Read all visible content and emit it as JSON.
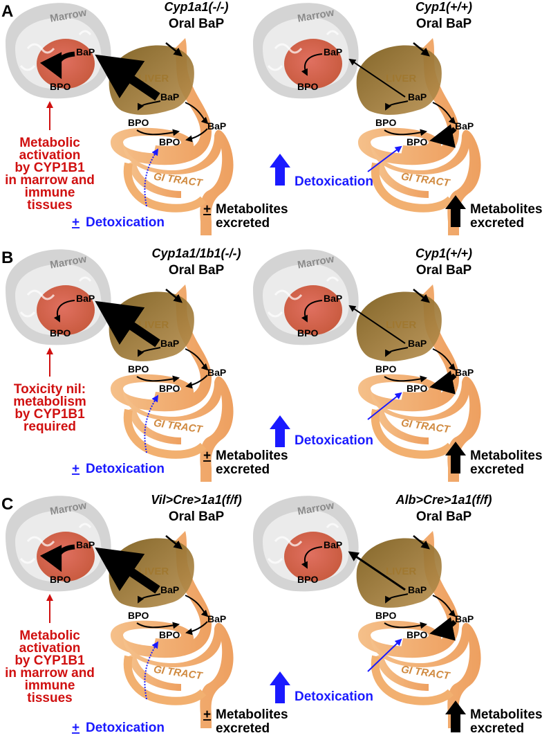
{
  "panels": [
    {
      "letter": "A",
      "left": {
        "mouse": "Cyp1a1(-/-)",
        "route": "Oral BaP",
        "note_lines": [
          "Metabolic",
          "activation",
          "by CYP1B1",
          "in marrow and",
          "immune",
          "tissues"
        ],
        "detox_mark": "+",
        "detox": "Detoxication",
        "met_mark": "+",
        "met_line1": "Metabolites",
        "met_line2": "excreted"
      },
      "right": {
        "mouse": "Cyp1(+/+)",
        "route": "Oral BaP",
        "detox": "Detoxication",
        "met_line1": "Metabolites",
        "met_line2": "excreted"
      }
    },
    {
      "letter": "B",
      "left": {
        "mouse": "Cyp1a1/1b1(-/-)",
        "route": "Oral BaP",
        "note_lines": [
          "Toxicity nil:",
          "metabolism",
          "by CYP1B1",
          "required"
        ],
        "detox_mark": "+",
        "detox": "Detoxication",
        "met_mark": "+",
        "met_line1": "Metabolites",
        "met_line2": "excreted"
      },
      "right": {
        "mouse": "Cyp1(+/+)",
        "route": "Oral BaP",
        "detox": "Detoxication",
        "met_line1": "Metabolites",
        "met_line2": "excreted"
      }
    },
    {
      "letter": "C",
      "left": {
        "mouse": "Vil>Cre>1a1(f/f)",
        "route": "Oral BaP",
        "note_lines": [
          "Metabolic",
          "activation",
          "by CYP1B1",
          "in marrow and",
          "immune",
          "tissues"
        ],
        "detox_mark": "+",
        "detox": "Detoxication",
        "met_mark": "+",
        "met_line1": "Metabolites",
        "met_line2": "excreted"
      },
      "right": {
        "mouse": "Alb>Cre>1a1(f/f)",
        "route": "Oral BaP",
        "detox": "Detoxication",
        "met_line1": "Metabolites",
        "met_line2": "excreted"
      }
    }
  ],
  "labels": {
    "marrow": "Marrow",
    "liver": "LIVER",
    "gi": "GI TRACT",
    "bap": "BaP",
    "bpo": "BPO"
  },
  "colors": {
    "marrow_gray": "#cfcfcf",
    "marrow_inner": "#d85f4e",
    "liver": "#8a6a20",
    "gut": "#f2b070",
    "red_text": "#d01010",
    "blue_text": "#1a1aff"
  }
}
